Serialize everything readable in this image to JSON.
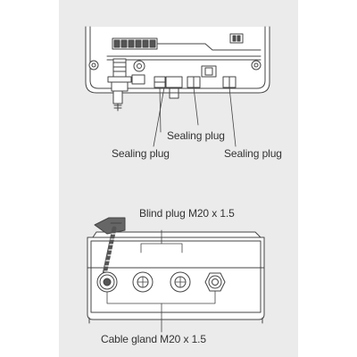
{
  "top_figure": {
    "labels": {
      "sealing_plug_center": "Sealing plug",
      "sealing_plug_left": "Sealing plug",
      "sealing_plug_right": "Sealing plug"
    }
  },
  "bottom_figure": {
    "labels": {
      "blind_plug": "Blind plug M20 x 1.5",
      "cable_gland": "Cable gland M20 x 1.5"
    }
  },
  "colors": {
    "panel_background": "#ebebeb",
    "device_fill": "#ffffff",
    "line": "#444444"
  }
}
